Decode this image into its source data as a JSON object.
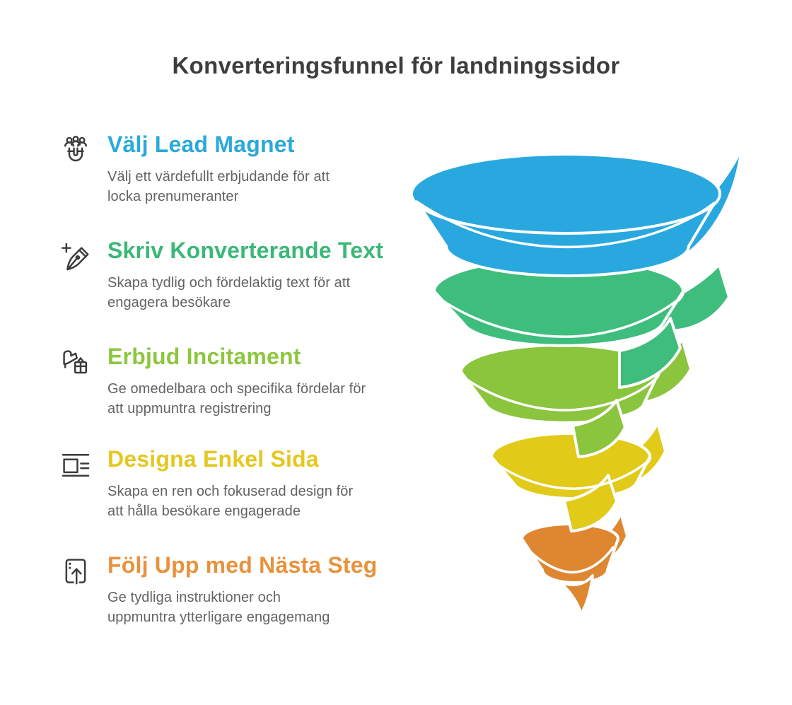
{
  "page": {
    "title": "Konverteringsfunnel för landningssidor",
    "title_color": "#3d3d3d",
    "background": "#ffffff"
  },
  "steps": [
    {
      "icon": "lead-magnet-icon",
      "color": "#2AA9DA",
      "title": "Välj Lead Magnet",
      "description": "Välj ett värdefullt erbjudande för att\nlocka prenumeranter"
    },
    {
      "icon": "pen-plus-icon",
      "color": "#3BB877",
      "title": "Skriv Konverterande Text",
      "description": "Skapa tydlig och fördelaktig text för att\nengagera besökare"
    },
    {
      "icon": "gift-incentive-icon",
      "color": "#8DC63F",
      "title": "Erbjud Incitament",
      "description": "Ge omedelbara och specifika fördelar för\natt uppmuntra registrering"
    },
    {
      "icon": "page-layout-icon",
      "color": "#E5C71F",
      "title": "Designa Enkel Sida",
      "description": "Skapa en ren och fokuserad design för\natt hålla besökare engagerade"
    },
    {
      "icon": "follow-up-arrow-icon",
      "color": "#E8923C",
      "title": "Följ Upp med Nästa Steg",
      "description": "Ge tydliga instruktioner och\nuppmuntra ytterligare engagemang"
    }
  ],
  "funnel": {
    "type": "spiral-funnel",
    "direction": "top-to-bottom",
    "segments": [
      {
        "label": "Välj Lead Magnet",
        "color": "#29A8DF"
      },
      {
        "label": "Skriv Konverterande Text",
        "color": "#3EBD7D"
      },
      {
        "label": "Erbjud Incitament",
        "color": "#8BC43D"
      },
      {
        "label": "Designa Enkel Sida",
        "color": "#E1CA18"
      },
      {
        "label": "Följ Upp med Nästa Steg",
        "color": "#DE8630"
      }
    ]
  }
}
